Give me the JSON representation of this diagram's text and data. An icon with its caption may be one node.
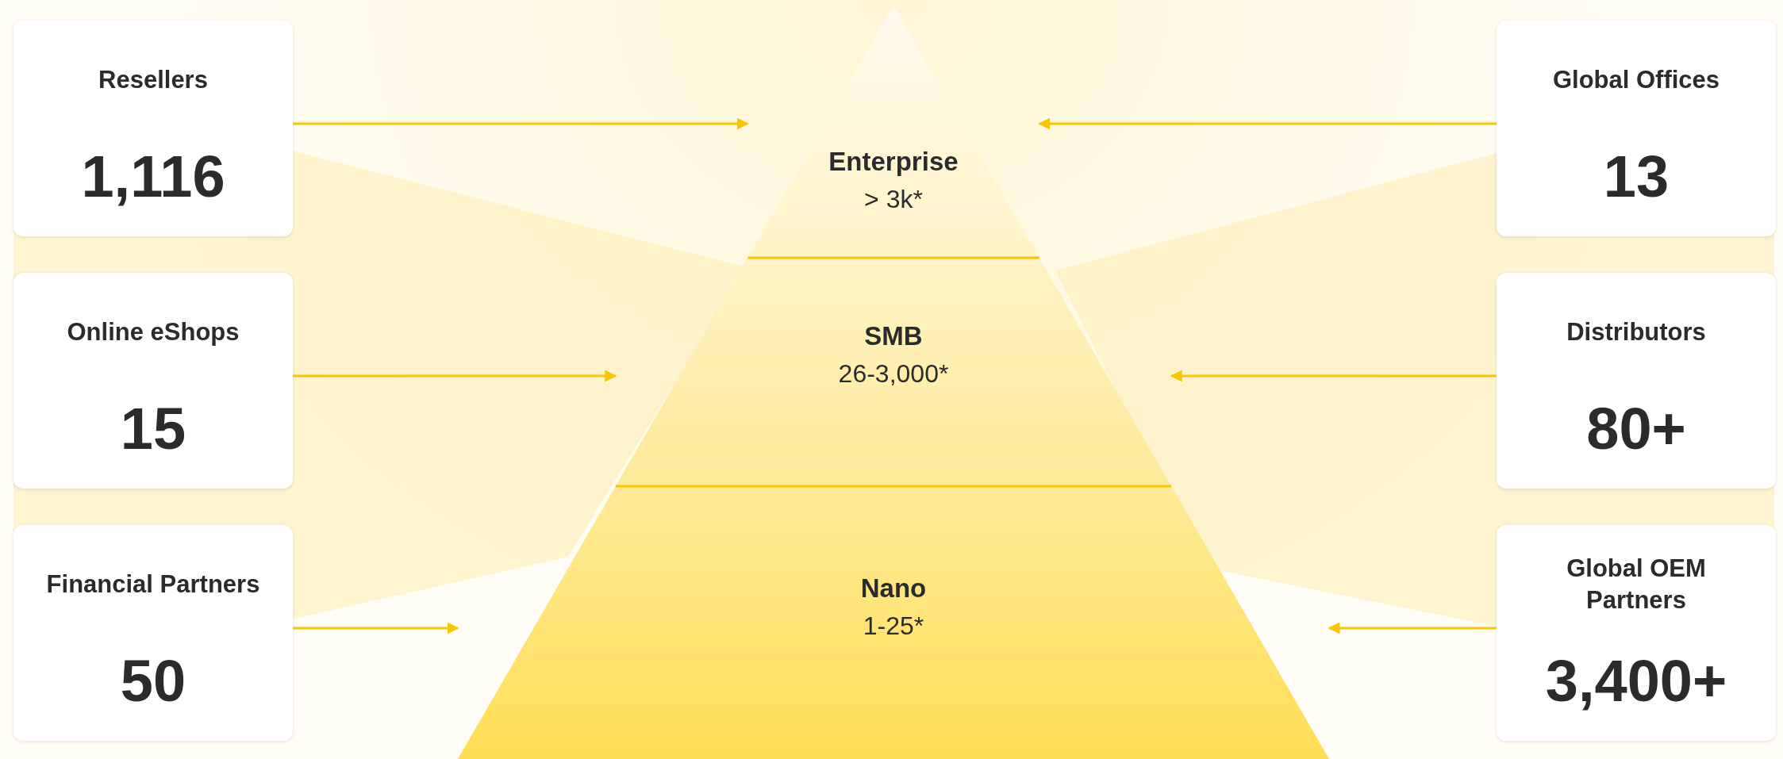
{
  "diagram": {
    "nodes": [
      {
        "text": [
          "Resellers",
          "1,116"
        ]
      },
      {
        "text": [
          "Global Offices",
          "13"
        ]
      },
      {
        "text": [
          "Enterprise",
          "> 3k*"
        ]
      },
      {
        "text": [
          "Online eShops",
          "15"
        ]
      },
      {
        "text": [
          "Distributors",
          "80+"
        ]
      },
      {
        "text": [
          "SMB",
          "26-3,000*"
        ]
      },
      {
        "text": [
          "Financial Partners",
          "50"
        ]
      },
      {
        "text": [
          "Global OEM Partners",
          "3,400+"
        ]
      },
      {
        "text": [
          "Nano",
          "1-25*"
        ]
      }
    ],
    "edges": [
      {
        "from": 0,
        "to": 2,
        "arrow": "to"
      },
      {
        "from": 1,
        "to": 2,
        "arrow": "to"
      },
      {
        "from": 3,
        "to": 5,
        "arrow": "to"
      },
      {
        "from": 4,
        "to": 5,
        "arrow": "to"
      },
      {
        "from": 6,
        "to": 8,
        "arrow": "to"
      },
      {
        "from": 7,
        "to": 8,
        "arrow": "to"
      }
    ]
  }
}
